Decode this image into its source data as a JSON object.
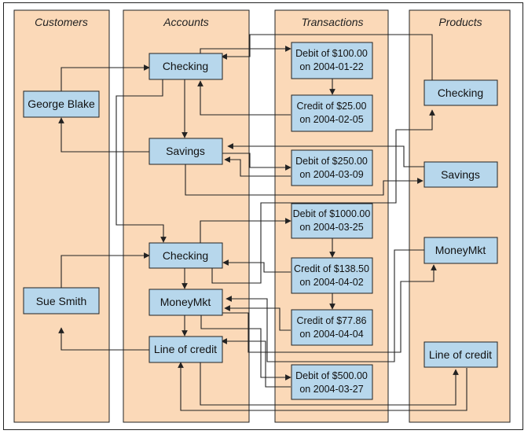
{
  "lanes": {
    "customers": "Customers",
    "accounts": "Accounts",
    "transactions": "Transactions",
    "products": "Products"
  },
  "customers": {
    "george": "George Blake",
    "sue": "Sue Smith"
  },
  "accounts": {
    "checking1": "Checking",
    "savings": "Savings",
    "checking2": "Checking",
    "moneymkt": "MoneyMkt",
    "loc": "Line of credit"
  },
  "transactions": {
    "t1": [
      "Debit of $100.00",
      "on 2004-01-22"
    ],
    "t2": [
      "Credit of $25.00",
      "on 2004-02-05"
    ],
    "t3": [
      "Debit of $250.00",
      "on 2004-03-09"
    ],
    "t4": [
      "Debit of $1000.00",
      "on 2004-03-25"
    ],
    "t5": [
      "Credit of $138.50",
      "on 2004-04-02"
    ],
    "t6": [
      "Credit of $77.86",
      "on 2004-04-04"
    ],
    "t7": [
      "Debit of $500.00",
      "on 2004-03-27"
    ]
  },
  "products": {
    "checking": "Checking",
    "savings": "Savings",
    "moneymkt": "MoneyMkt",
    "loc": "Line of credit"
  },
  "colors": {
    "lane": "#fbd9b8",
    "box": "#b7d7ec",
    "stroke": "#222222"
  }
}
